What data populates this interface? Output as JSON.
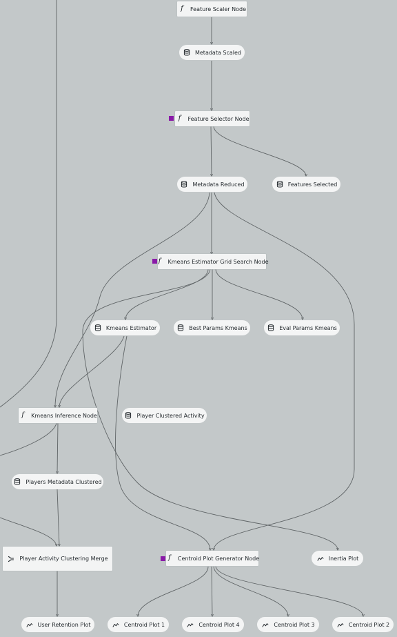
{
  "colors": {
    "background": "#c3c8c9",
    "node_fill": "#f3f4f4",
    "edge": "#5f6466",
    "marker": "#8a1aa8",
    "text": "#23292d"
  },
  "nodes": {
    "feature_scaler": {
      "label": "Feature Scaler Node",
      "icon": "function-icon"
    },
    "metadata_scaled": {
      "label": "Metadata Scaled",
      "icon": "database-icon"
    },
    "feature_selector": {
      "label": "Feature Selector Node",
      "icon": "function-icon"
    },
    "metadata_reduced": {
      "label": "Metadata Reduced",
      "icon": "database-icon"
    },
    "features_selected": {
      "label": "Features Selected",
      "icon": "database-icon"
    },
    "kmeans_grid": {
      "label": "Kmeans Estimator Grid Search Node",
      "icon": "function-icon"
    },
    "kmeans_estimator": {
      "label": "Kmeans Estimator",
      "icon": "database-icon"
    },
    "best_params": {
      "label": "Best Params Kmeans",
      "icon": "database-icon"
    },
    "eval_params": {
      "label": "Eval Params Kmeans",
      "icon": "database-icon"
    },
    "kmeans_inference": {
      "label": "Kmeans Inference Node",
      "icon": "function-icon"
    },
    "player_clustered_activity": {
      "label": "Player Clustered Activity",
      "icon": "database-icon"
    },
    "players_metadata_clustered": {
      "label": "Players Metadata Clustered",
      "icon": "database-icon"
    },
    "player_activity_merge": {
      "label": "Player Activity Clustering Merge",
      "icon": "merge-icon"
    },
    "centroid_plot_gen": {
      "label": "Centroid Plot Generator Node",
      "icon": "function-icon"
    },
    "inertia_plot": {
      "label": "Inertia Plot",
      "icon": "plot-icon"
    },
    "user_retention_plot": {
      "label": "User Retention Plot",
      "icon": "plot-icon"
    },
    "centroid_plot_1": {
      "label": "Centroid Plot 1",
      "icon": "plot-icon"
    },
    "centroid_plot_4": {
      "label": "Centroid Plot 4",
      "icon": "plot-icon"
    },
    "centroid_plot_3": {
      "label": "Centroid Plot 3",
      "icon": "plot-icon"
    },
    "centroid_plot_2": {
      "label": "Centroid Plot 2",
      "icon": "plot-icon"
    }
  }
}
